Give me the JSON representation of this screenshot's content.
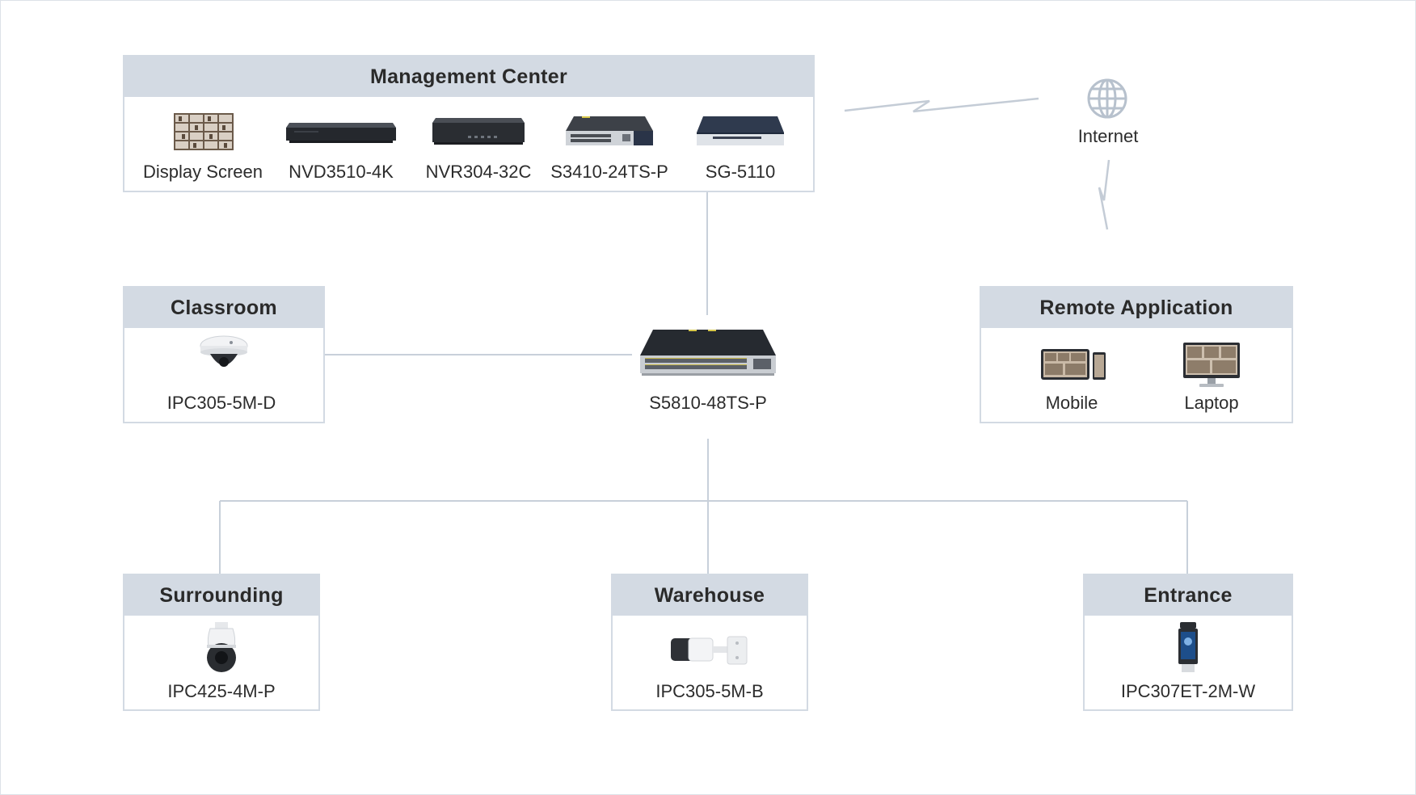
{
  "internet": {
    "label": "Internet",
    "icon": "globe-icon"
  },
  "management_center": {
    "title": "Management Center",
    "devices": [
      {
        "label": "Display Screen",
        "icon": "display-screen-icon"
      },
      {
        "label": "NVD3510-4K",
        "icon": "decoder-icon"
      },
      {
        "label": "NVR304-32C",
        "icon": "nvr-icon"
      },
      {
        "label": "S3410-24TS-P",
        "icon": "switch-icon"
      },
      {
        "label": "SG-5110",
        "icon": "gateway-icon"
      }
    ]
  },
  "core_switch": {
    "label": "S5810-48TS-P",
    "icon": "core-switch-icon"
  },
  "classroom": {
    "title": "Classroom",
    "device": {
      "label": "IPC305-5M-D",
      "icon": "dome-camera-icon"
    }
  },
  "remote_application": {
    "title": "Remote Application",
    "devices": [
      {
        "label": "Mobile",
        "icon": "mobile-tablet-icon"
      },
      {
        "label": "Laptop",
        "icon": "monitor-icon"
      }
    ]
  },
  "surrounding": {
    "title": "Surrounding",
    "device": {
      "label": "IPC425-4M-P",
      "icon": "ptz-camera-icon"
    }
  },
  "warehouse": {
    "title": "Warehouse",
    "device": {
      "label": "IPC305-5M-B",
      "icon": "bullet-camera-icon"
    }
  },
  "entrance": {
    "title": "Entrance",
    "device": {
      "label": "IPC307ET-2M-W",
      "icon": "face-terminal-icon"
    }
  },
  "colors": {
    "line": "#c8d0da",
    "header": "#d3dae3",
    "text": "#2c2c2c"
  }
}
